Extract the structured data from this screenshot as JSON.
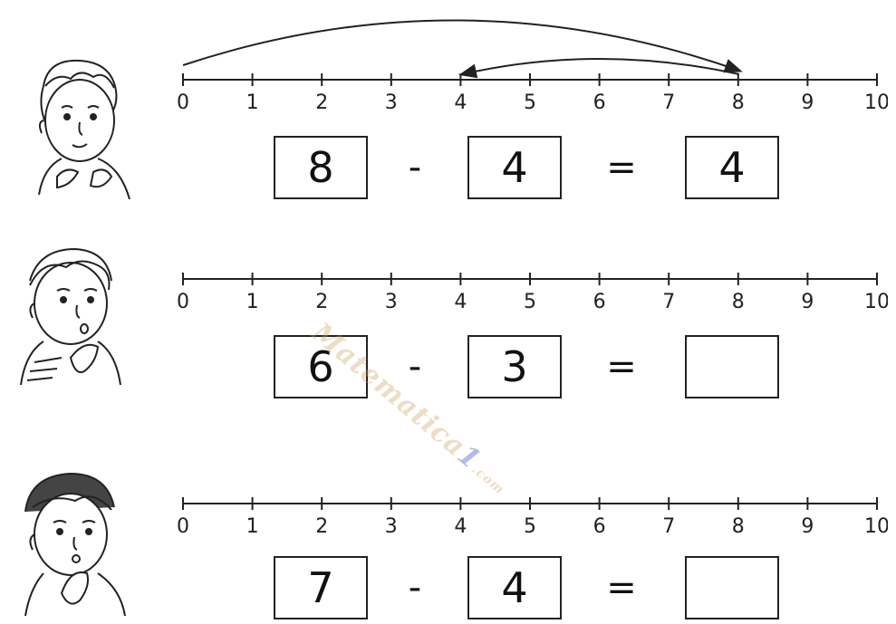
{
  "number_line": {
    "labels": [
      "0",
      "1",
      "2",
      "3",
      "4",
      "5",
      "6",
      "7",
      "8",
      "9",
      "10"
    ]
  },
  "exercises": [
    {
      "minuend": "8",
      "subtrahend": "4",
      "minus": "-",
      "equals": "=",
      "answer": "4",
      "hops": [
        {
          "from": 0,
          "to": 8
        },
        {
          "from": 8,
          "to": 4
        }
      ]
    },
    {
      "minuend": "6",
      "subtrahend": "3",
      "minus": "-",
      "equals": "=",
      "answer": "",
      "hops": []
    },
    {
      "minuend": "7",
      "subtrahend": "4",
      "minus": "-",
      "equals": "=",
      "answer": "",
      "hops": []
    }
  ],
  "watermark": {
    "text": "Matematica",
    "suffix": "1",
    "domain": ".com"
  },
  "colors": {
    "ink": "#222222",
    "watermark": "#c8a05a"
  }
}
